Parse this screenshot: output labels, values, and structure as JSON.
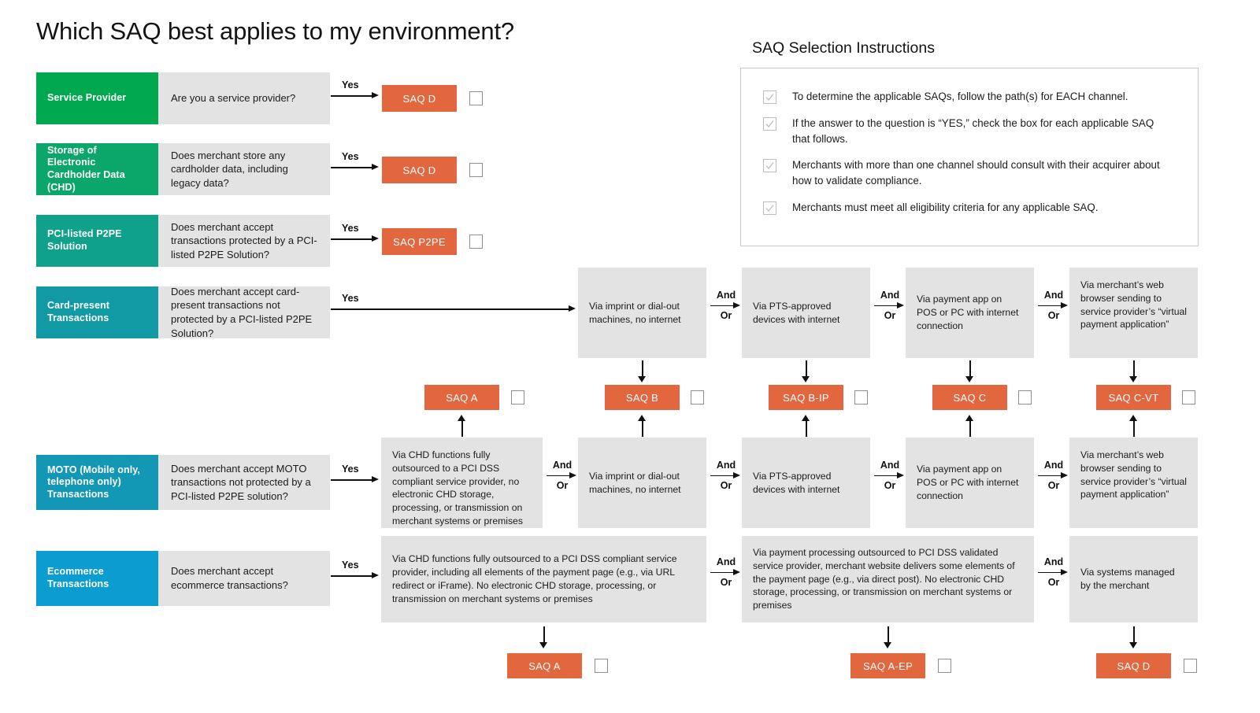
{
  "page": {
    "title": "Which SAQ best applies to my environment?"
  },
  "instructions": {
    "heading": "SAQ Selection Instructions",
    "items": [
      "To determine the applicable SAQs, follow the path(s) for EACH channel.",
      "If the answer to the question is “YES,” check the box for each applicable SAQ that follows.",
      "Merchants with more than one channel should consult with their acquirer about how to validate compliance.",
      "Merchants must meet all eligibility criteria for any applicable SAQ."
    ]
  },
  "labels": {
    "yes": "Yes",
    "and": "And",
    "or": "Or"
  },
  "colors": {
    "chip_service_provider": "#00a94f",
    "chip_chd": "#0aa66a",
    "chip_p2pe": "#10a18a",
    "chip_card_present": "#119aa3",
    "chip_moto": "#1297b5",
    "chip_ecommerce": "#0b9dcf",
    "saq_orange": "#e2673f",
    "box_grey": "#e3e3e3"
  },
  "channels": [
    {
      "name": "Service Provider",
      "question": "Are you a service provider?"
    },
    {
      "name": "Storage of Electronic Cardholder Data (CHD)",
      "question": "Does merchant store any cardholder data, including legacy data?"
    },
    {
      "name": "PCI-listed P2PE Solution",
      "question": "Does merchant accept transactions protected by a PCI-listed P2PE Solution?"
    },
    {
      "name": "Card-present Transactions",
      "question": "Does merchant accept card-present transactions not protected by a PCI-listed P2PE Solution?"
    },
    {
      "name": "MOTO (Mobile only, telephone only) Transactions",
      "question": "Does merchant accept MOTO transactions not protected by a PCI-listed P2PE solution?"
    },
    {
      "name": "Ecommerce Transactions",
      "question": "Does merchant accept ecommerce transactions?"
    }
  ],
  "direct_results": [
    {
      "saq": "SAQ D"
    },
    {
      "saq": "SAQ D"
    },
    {
      "saq": "SAQ P2PE"
    }
  ],
  "card_present_options": [
    "Via imprint or dial-out machines, no internet",
    "Via PTS-approved devices with internet",
    "Via payment app on POS or PC with internet connection",
    "Via merchant’s web browser sending to service provider’s “virtual payment application”"
  ],
  "moto_options": [
    "Via CHD functions fully outsourced to a PCI DSS compliant service provider, no electronic CHD storage, processing, or transmission on merchant systems or premises",
    "Via imprint or dial-out machines, no internet",
    "Via PTS-approved devices with internet",
    "Via payment app on POS or PC with internet connection",
    "Via merchant’s web browser sending to service provider’s “virtual payment application”"
  ],
  "ecommerce_options": [
    "Via CHD functions fully outsourced to a PCI DSS compliant service provider, including all elements of the payment page (e.g., via URL redirect or iFrame). No electronic CHD storage, processing, or transmission on merchant systems or premises",
    "Via payment processing outsourced to PCI DSS validated service provider, merchant website delivers some elements of the payment page (e.g., via direct post). No electronic CHD storage, processing, or transmission on merchant systems or premises",
    "Via systems managed by the merchant"
  ],
  "middle_results": [
    {
      "saq": "SAQ A"
    },
    {
      "saq": "SAQ B"
    },
    {
      "saq": "SAQ B-IP"
    },
    {
      "saq": "SAQ C"
    },
    {
      "saq": "SAQ C-VT"
    }
  ],
  "bottom_results": [
    {
      "saq": "SAQ A"
    },
    {
      "saq": "SAQ A-EP"
    },
    {
      "saq": "SAQ D"
    }
  ]
}
